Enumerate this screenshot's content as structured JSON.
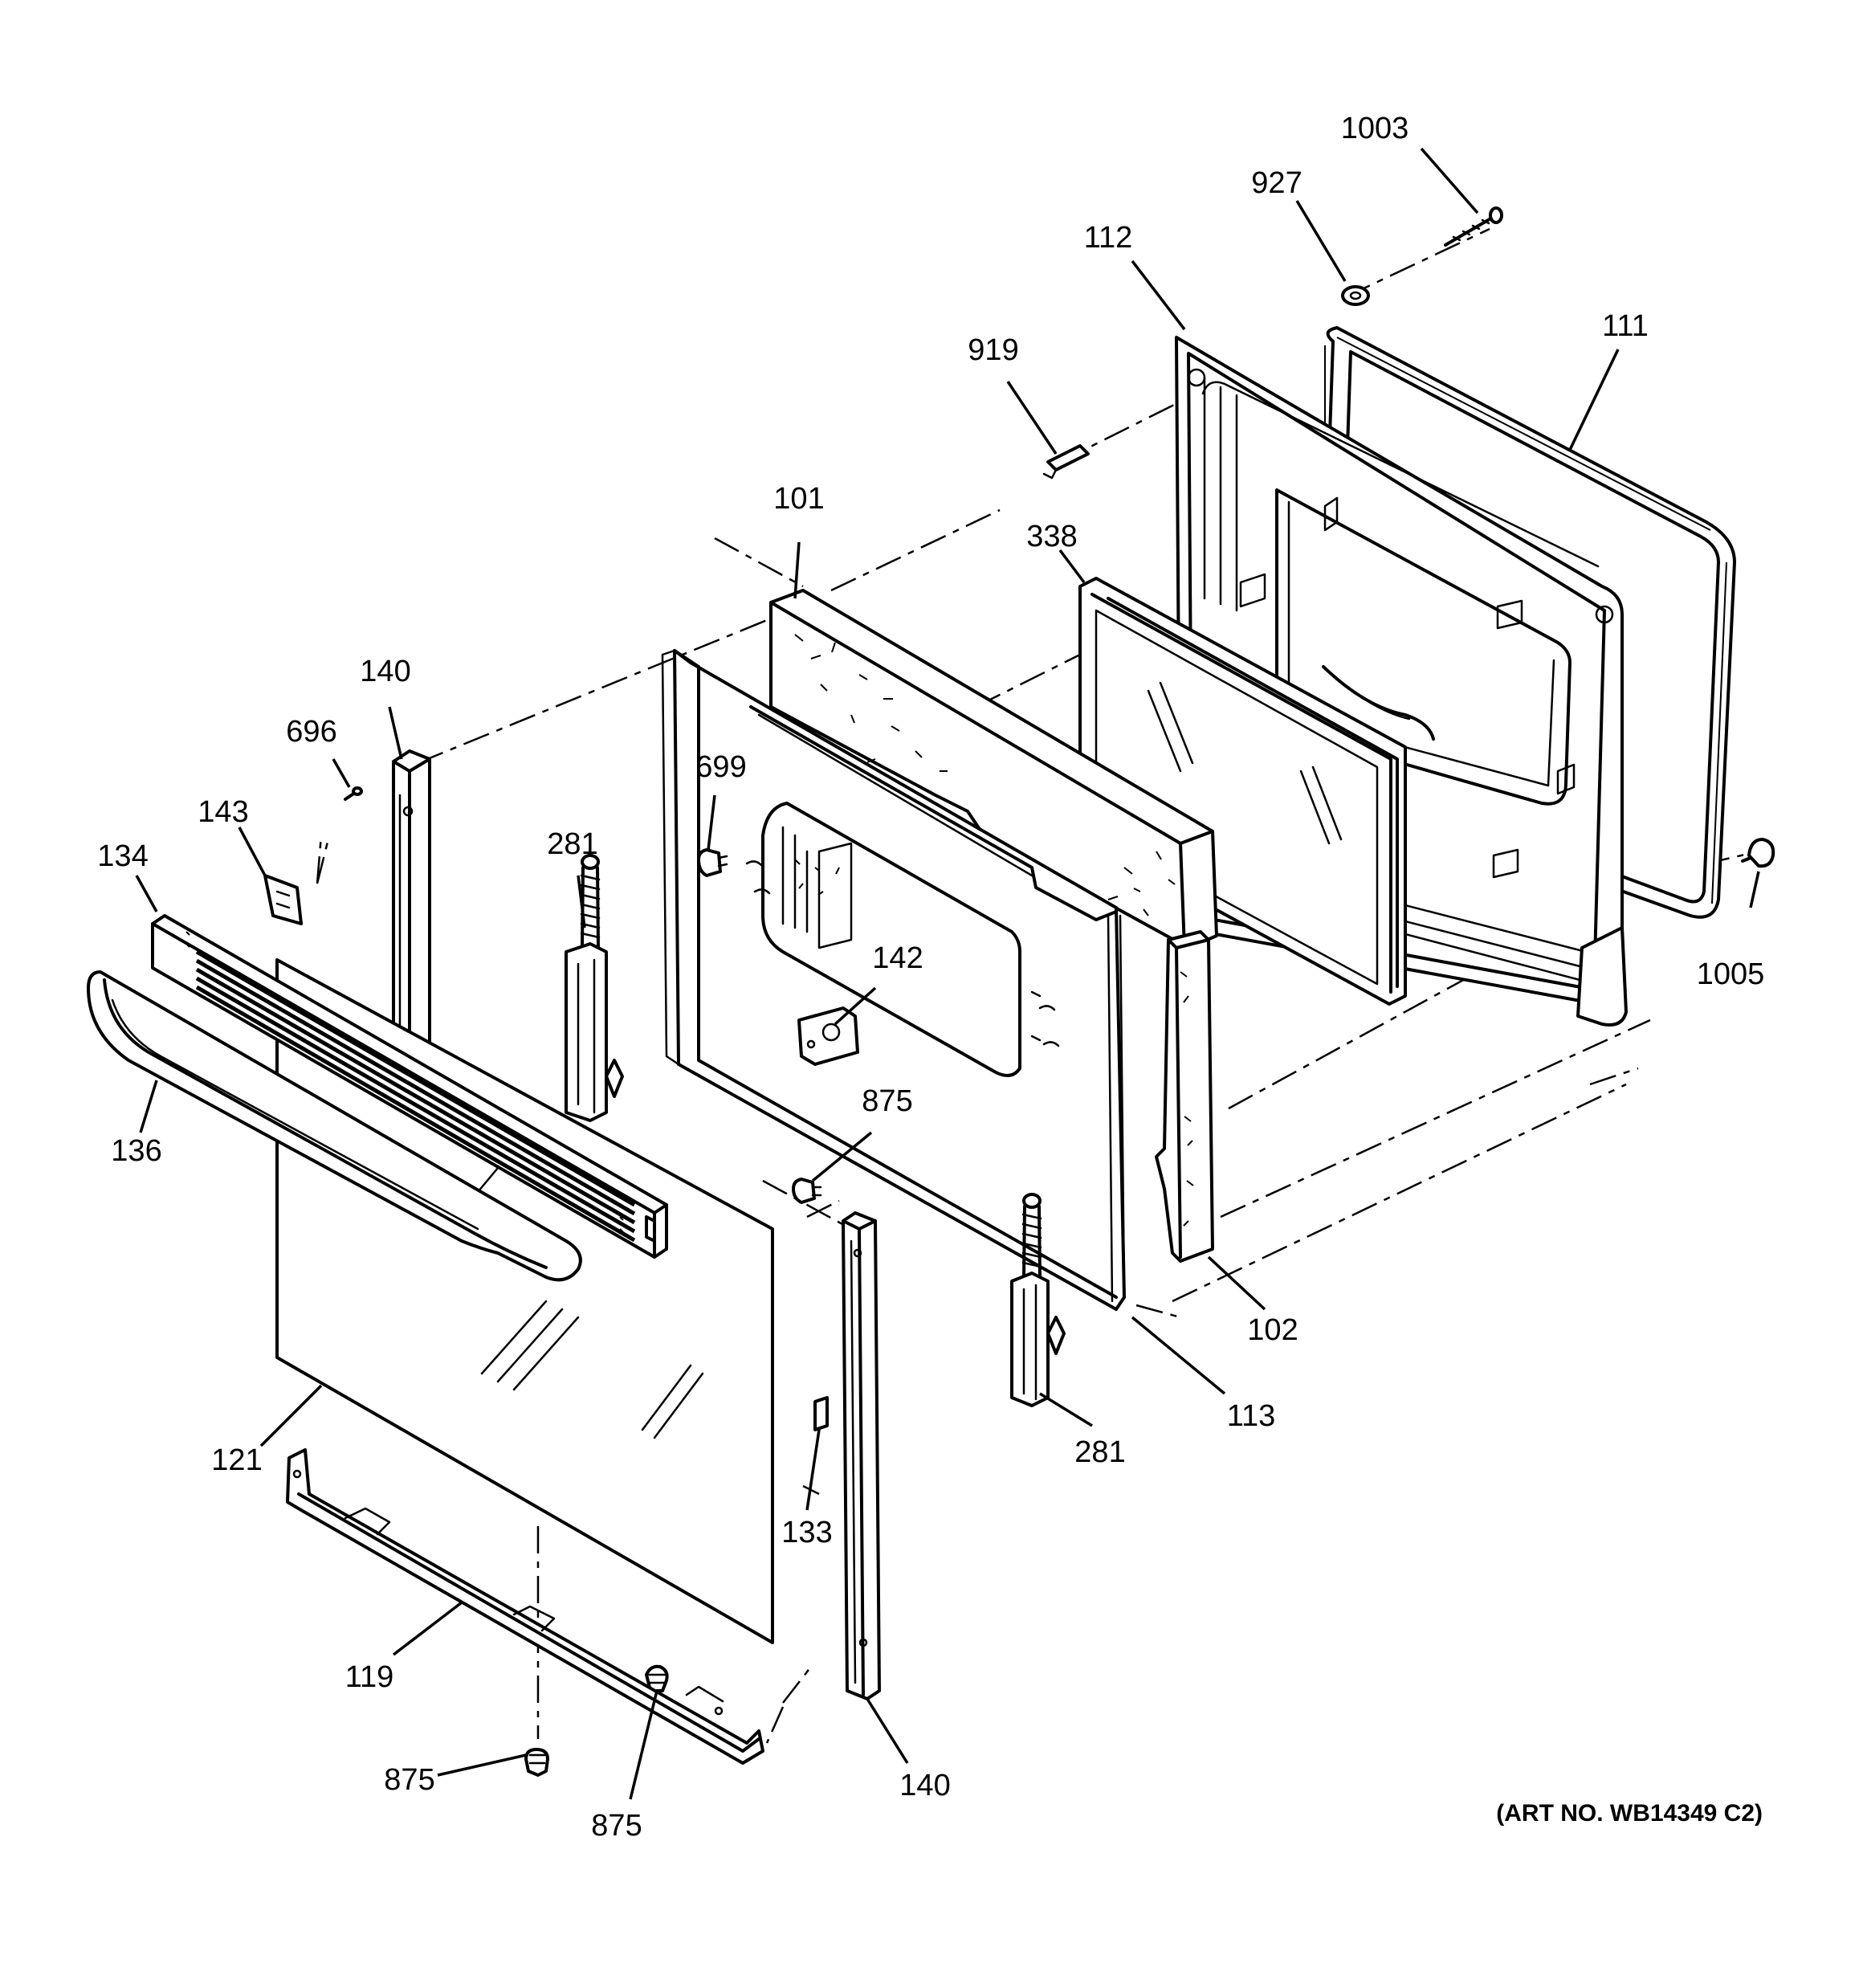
{
  "diagram": {
    "callouts": [
      {
        "id": "1003",
        "label": "1003"
      },
      {
        "id": "927",
        "label": "927"
      },
      {
        "id": "112",
        "label": "112"
      },
      {
        "id": "111",
        "label": "111"
      },
      {
        "id": "919",
        "label": "919"
      },
      {
        "id": "101",
        "label": "101"
      },
      {
        "id": "338",
        "label": "338"
      },
      {
        "id": "140-top",
        "label": "140"
      },
      {
        "id": "696",
        "label": "696"
      },
      {
        "id": "699",
        "label": "699"
      },
      {
        "id": "143",
        "label": "143"
      },
      {
        "id": "281-left",
        "label": "281"
      },
      {
        "id": "134",
        "label": "134"
      },
      {
        "id": "142",
        "label": "142"
      },
      {
        "id": "1005",
        "label": "1005"
      },
      {
        "id": "136",
        "label": "136"
      },
      {
        "id": "875-mid",
        "label": "875"
      },
      {
        "id": "102",
        "label": "102"
      },
      {
        "id": "113",
        "label": "113"
      },
      {
        "id": "121",
        "label": "121"
      },
      {
        "id": "281-right",
        "label": "281"
      },
      {
        "id": "133",
        "label": "133"
      },
      {
        "id": "119",
        "label": "119"
      },
      {
        "id": "875-left",
        "label": "875"
      },
      {
        "id": "875-bottom",
        "label": "875"
      },
      {
        "id": "140-bottom",
        "label": "140"
      }
    ],
    "art_number": "(ART NO. WB14349 C2)"
  }
}
